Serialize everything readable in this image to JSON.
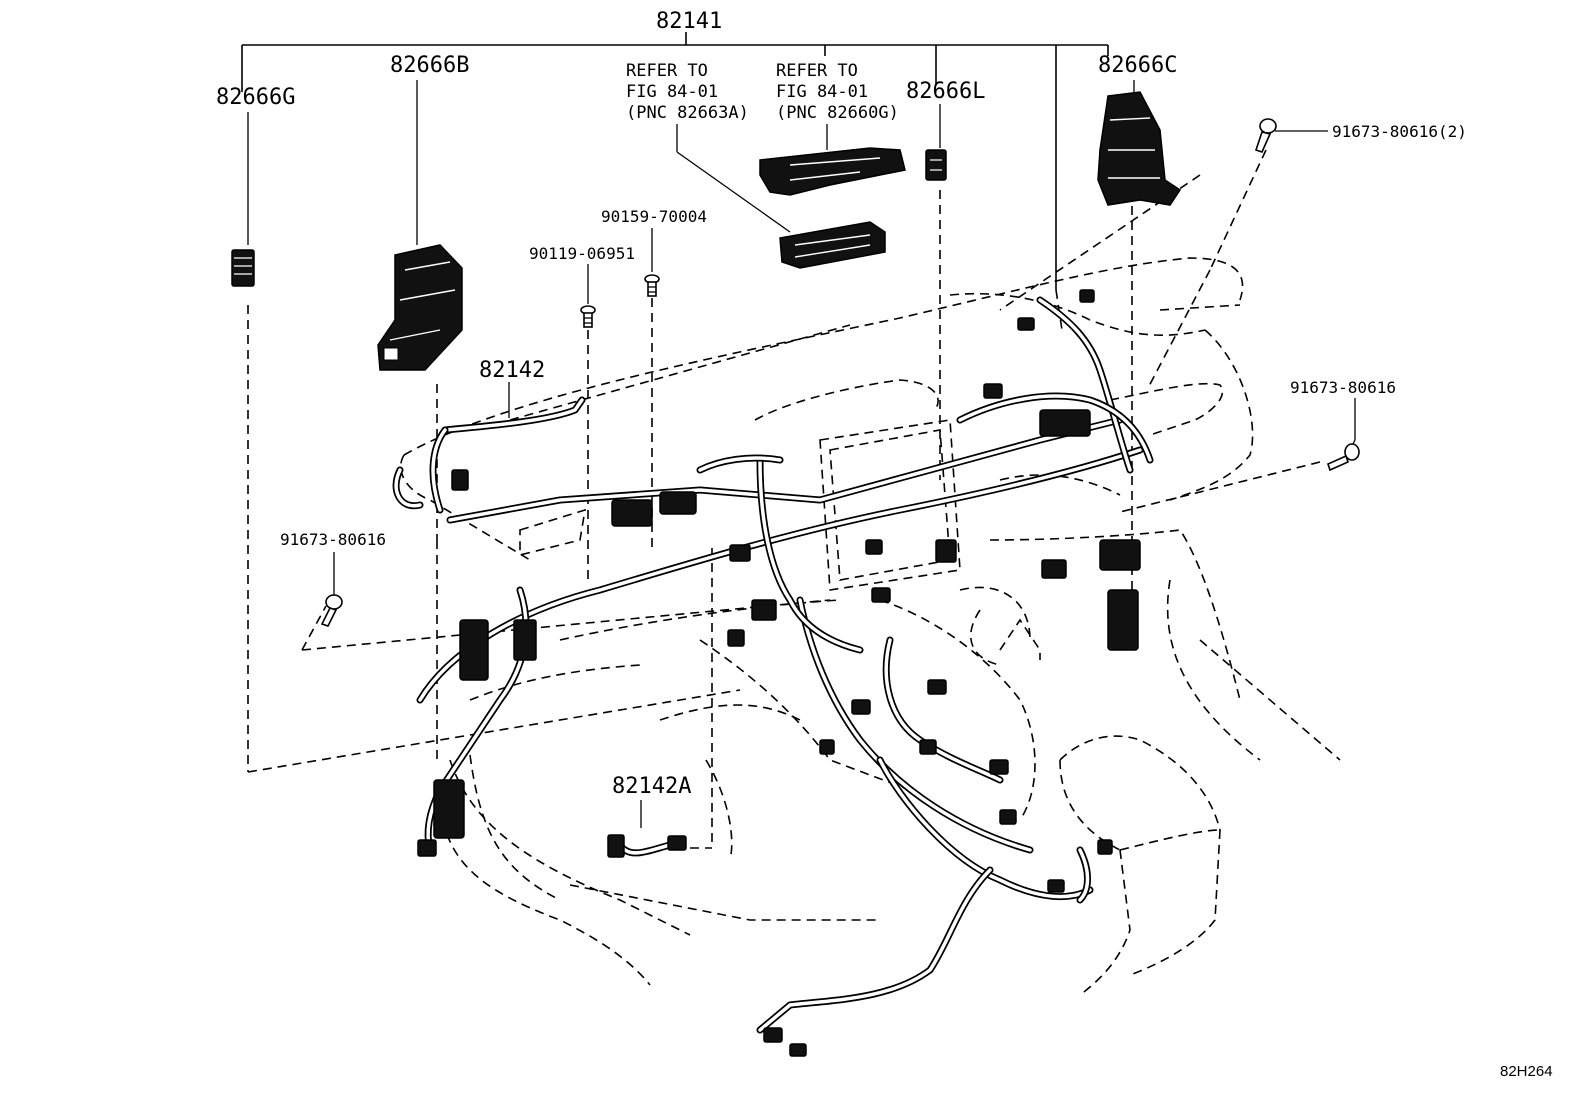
{
  "labels": {
    "main_harness": "82141",
    "harness_82142": "82142",
    "harness_82142a": "82142A",
    "block_82666b": "82666B",
    "block_82666c": "82666C",
    "block_82666g": "82666G",
    "block_82666l": "82666L",
    "screw_90119": "90119-06951",
    "screw_90159": "90159-70004",
    "bolt_right_top": "91673-80616(2)",
    "bolt_right": "91673-80616",
    "bolt_left": "91673-80616",
    "refer_a": [
      "REFER TO",
      "FIG 84-01",
      "(PNC 82663A)"
    ],
    "refer_b": [
      "REFER TO",
      "FIG 84-01",
      "(PNC 82660G)"
    ]
  },
  "figure_code": "82H264",
  "colors": {
    "line": "#000000",
    "background": "#ffffff"
  }
}
